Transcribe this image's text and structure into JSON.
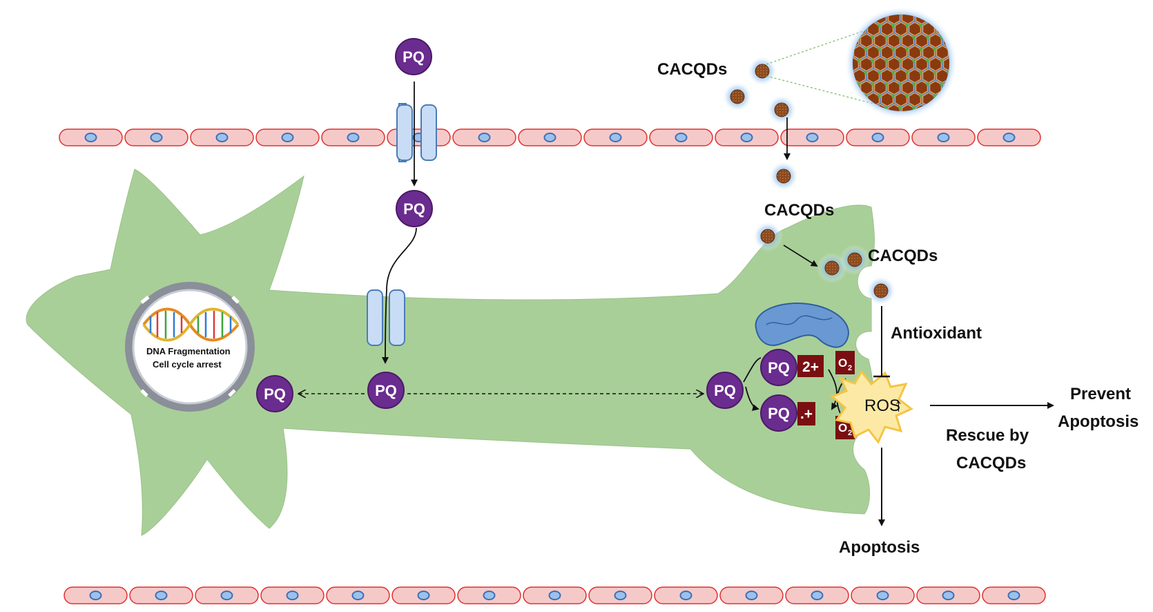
{
  "molecule": "PQ",
  "nanoparticle_label": "CACQDs",
  "nucleus": {
    "line1": "DNA Fragmentation",
    "line2": "Cell cycle arrest"
  },
  "ions": {
    "dication": "2+",
    "radical": ".+",
    "oxygen": "O",
    "oxygen_sub": "2",
    "superoxide_sup": "·"
  },
  "ros_label": "ROS",
  "ros_arrow": "↑",
  "antioxidant_label": "Antioxidant",
  "apoptosis_label": "Apoptosis",
  "prevent_label": {
    "line1": "Prevent",
    "line2": "Apoptosis"
  },
  "rescue_label": {
    "line1": "Rescue by",
    "line2": "CACQDs"
  },
  "colors": {
    "membrane_fill": "#f6c9c9",
    "membrane_stroke": "#e0312f",
    "membrane_nucleus": "#3e6fb3",
    "neuron_fill": "#a9cf98",
    "pq_fill": "#6a2c8e",
    "ion_box": "#7a0f12",
    "ros_fill": "#fde9a6",
    "ros_stroke": "#f4c542",
    "mito_fill": "#6a98d2",
    "dot_fill": "#8b4a1f",
    "glow": "#7fb4ee",
    "channel_fill": "#c8dcf5",
    "channel_stroke": "#4a7cb8"
  },
  "icons": [
    "pq-molecule-icon",
    "ion-channel-icon",
    "mitochondrion-icon",
    "dna-helix-icon",
    "ros-burst-icon",
    "quantum-dot-icon",
    "graphene-lattice-icon"
  ]
}
